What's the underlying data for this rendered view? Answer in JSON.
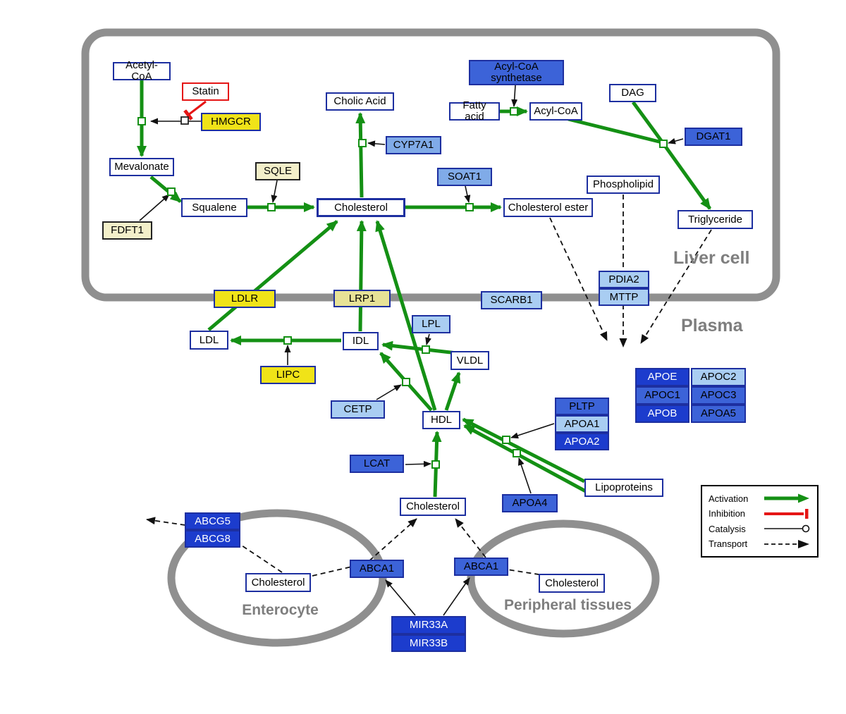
{
  "compartments": {
    "liver": "Liver cell",
    "plasma": "Plasma",
    "enterocyte": "Enterocyte",
    "peripheral": "Peripheral tissues"
  },
  "nodes": {
    "acetyl_coa": "Acetyl-CoA",
    "statin": "Statin",
    "hmgcr": "HMGCR",
    "mevalonate": "Mevalonate",
    "sqle": "SQLE",
    "fdft1": "FDFT1",
    "squalene": "Squalene",
    "cholesterol_liver": "Cholesterol",
    "cholic_acid": "Cholic Acid",
    "cyp7a1": "CYP7A1",
    "soat1": "SOAT1",
    "cholesterol_ester": "Cholesterol ester",
    "acyl_coa_synthetase": "Acyl-CoA synthetase",
    "fatty_acid": "Fatty acid",
    "acyl_coa": "Acyl-CoA",
    "dag": "DAG",
    "dgat1": "DGAT1",
    "phospholipid": "Phospholipid",
    "triglyceride": "Triglyceride",
    "pdia2": "PDIA2",
    "mttp": "MTTP",
    "ldlr": "LDLR",
    "lrp1": "LRP1",
    "scarb1": "SCARB1",
    "ldl": "LDL",
    "idl": "IDL",
    "lpl": "LPL",
    "vldl": "VLDL",
    "lipc": "LIPC",
    "cetp": "CETP",
    "hdl": "HDL",
    "lcat": "LCAT",
    "pltp": "PLTP",
    "apoa1": "APOA1",
    "apoa2": "APOA2",
    "apoa4": "APOA4",
    "lipoproteins": "Lipoproteins",
    "apoe": "APOE",
    "apoc2": "APOC2",
    "apoc1": "APOC1",
    "apoc3": "APOC3",
    "apob": "APOB",
    "apoa5": "APOA5",
    "cholesterol_plasma": "Cholesterol",
    "abcg5": "ABCG5",
    "abcg8": "ABCG8",
    "cholesterol_enterocyte": "Cholesterol",
    "abca1_left": "ABCA1",
    "abca1_right": "ABCA1",
    "cholesterol_peripheral": "Cholesterol",
    "mir33a": "MIR33A",
    "mir33b": "MIR33B"
  },
  "legend": {
    "activation": "Activation",
    "inhibition": "Inhibition",
    "catalysis": "Catalysis",
    "transport": "Transport"
  },
  "colors": {
    "activation_green": "#149014",
    "inhibition_red": "#e51515",
    "membrane_gray": "#8f8f8f",
    "node_border_blue": "#1d2fa0",
    "gene_yellow": "#f0e318",
    "gene_khaki": "#e7e296",
    "gene_cream": "#f3efc9",
    "blue_light": "#a9cdf2",
    "blue_soft": "#80abe8",
    "blue_medium": "#3c63d8",
    "blue_dark": "#1c3ccd"
  },
  "edges": [
    {
      "from": "Acetyl-CoA",
      "to": "Mevalonate",
      "type": "activation",
      "catalyst": "HMGCR"
    },
    {
      "target": "HMGCR catalysis",
      "type": "inhibition",
      "by": "Statin"
    },
    {
      "from": "Mevalonate",
      "to": "Squalene",
      "type": "activation",
      "catalyst": "FDFT1"
    },
    {
      "from": "Squalene",
      "to": "Cholesterol",
      "type": "activation",
      "catalyst": "SQLE"
    },
    {
      "from": "Cholesterol",
      "to": "Cholic Acid",
      "type": "activation",
      "catalyst": "CYP7A1"
    },
    {
      "from": "Cholesterol",
      "to": "Cholesterol ester",
      "type": "activation",
      "catalyst": "SOAT1"
    },
    {
      "from": "Fatty acid",
      "to": "Acyl-CoA",
      "type": "activation",
      "catalyst": "Acyl-CoA synthetase"
    },
    {
      "from": "Acyl-CoA + DAG",
      "to": "Triglyceride",
      "type": "activation",
      "catalyst": "DGAT1"
    },
    {
      "from": "LDL",
      "to": "Cholesterol",
      "type": "activation"
    },
    {
      "from": "IDL",
      "to": "Cholesterol",
      "type": "activation"
    },
    {
      "from": "HDL",
      "to": "Cholesterol",
      "type": "activation"
    },
    {
      "from": "IDL",
      "to": "LDL",
      "type": "activation",
      "catalyst": "LIPC"
    },
    {
      "from": "VLDL",
      "to": "IDL",
      "type": "activation",
      "catalyst": "LPL"
    },
    {
      "from": "HDL",
      "to": "IDL",
      "type": "activation",
      "catalyst": "CETP"
    },
    {
      "from": "HDL",
      "to": "VLDL",
      "type": "activation"
    },
    {
      "from": "Lipoproteins",
      "to": "HDL",
      "type": "activation",
      "catalyst": "PLTP/APOA1/APOA2"
    },
    {
      "from": "Lipoproteins",
      "to": "HDL",
      "type": "activation",
      "catalyst": "APOA4"
    },
    {
      "from": "Cholesterol (plasma)",
      "to": "HDL",
      "type": "activation",
      "catalyst": "LCAT"
    },
    {
      "from": "Cholesterol ester",
      "type": "transport"
    },
    {
      "from": "Phospholipid",
      "type": "transport"
    },
    {
      "from": "Triglyceride",
      "type": "transport"
    },
    {
      "from": "Cholesterol (enterocyte)",
      "via": "ABCG5/ABCG8",
      "type": "transport"
    },
    {
      "from": "Cholesterol (enterocyte)",
      "to": "Cholesterol (plasma)",
      "via": "ABCA1",
      "type": "transport"
    },
    {
      "from": "Cholesterol (peripheral)",
      "to": "Cholesterol (plasma)",
      "via": "ABCA1",
      "type": "transport"
    },
    {
      "from": "MIR33A/MIR33B",
      "to": "ABCA1",
      "type": "catalysis"
    }
  ]
}
